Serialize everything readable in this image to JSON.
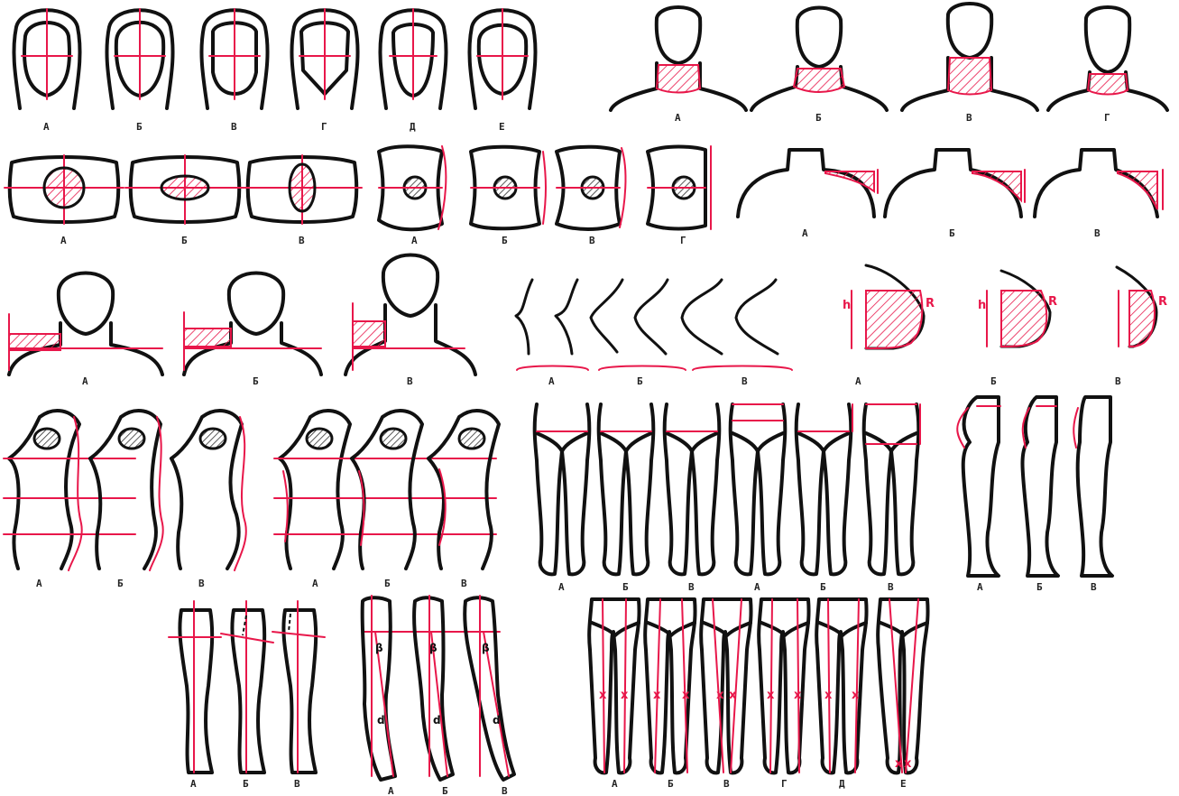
{
  "colors": {
    "accent": "#e8174a",
    "ink": "#111111"
  },
  "panels": {
    "face_shapes": [
      "А",
      "Б",
      "В",
      "Г",
      "Д",
      "Е"
    ],
    "neck_lengths": [
      "А",
      "Б",
      "В",
      "Г"
    ],
    "cross_sections": [
      "А",
      "Б",
      "В"
    ],
    "back_sections": [
      "А",
      "Б",
      "В",
      "Г"
    ],
    "shoulder_slope": [
      "А",
      "Б",
      "В"
    ],
    "shoulder_width": [
      "А",
      "Б",
      "В"
    ],
    "breast_profiles": [
      "А",
      "Б",
      "В"
    ],
    "breast_shapes": [
      "А",
      "Б",
      "В"
    ],
    "breast_mark_h": "h",
    "breast_mark_r": "R",
    "torso_profiles_a": [
      "А",
      "Б",
      "В"
    ],
    "torso_profiles_b": [
      "А",
      "Б",
      "В"
    ],
    "legs_front": [
      "А",
      "Б",
      "В",
      "А",
      "Б",
      "В"
    ],
    "legs_side": [
      "А",
      "Б",
      "В"
    ],
    "legs_side2": [
      "А",
      "Б",
      "В"
    ],
    "leg_angles": [
      "А",
      "Б",
      "В"
    ],
    "angle_beta": "β",
    "angle_d": "d",
    "legs_axes": [
      "А",
      "Б",
      "В",
      "Г",
      "Д",
      "Е"
    ]
  }
}
